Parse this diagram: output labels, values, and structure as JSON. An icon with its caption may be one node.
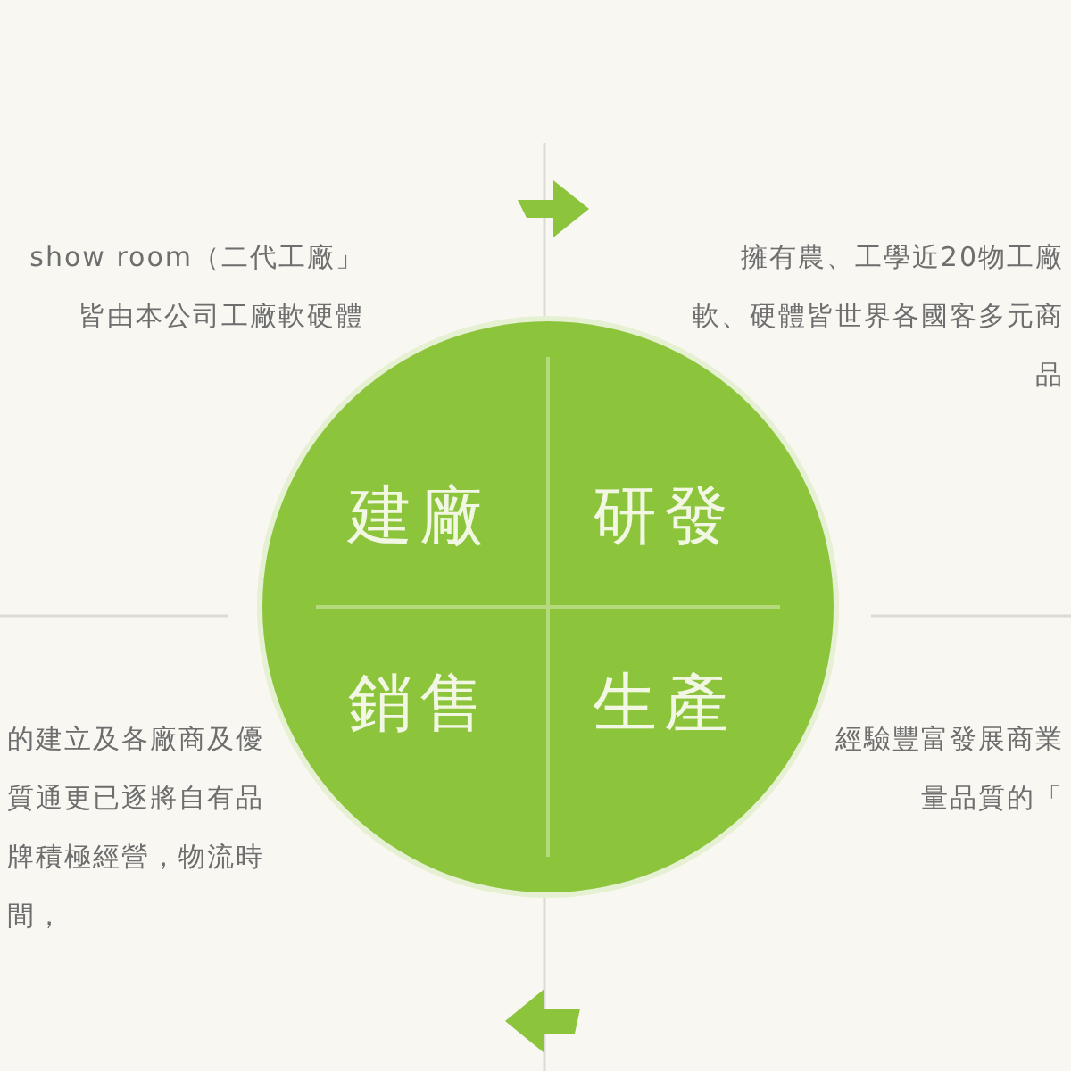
{
  "diagram": {
    "nodes": [
      {
        "text": [
          "建廠",
          "研發",
          "銷售",
          "生產"
        ]
      }
    ],
    "edges": [],
    "labels": [
      "show room（二代工廠」皆由本公司工廠軟硬體",
      "擁有農、工學近20物工廠軟、硬體皆世界各國客多元商品",
      "的建立及各廠商及優質通更已逐將自有品牌積極經營，物流時間，",
      "經驗豐富發展商業量品質的「"
    ]
  }
}
